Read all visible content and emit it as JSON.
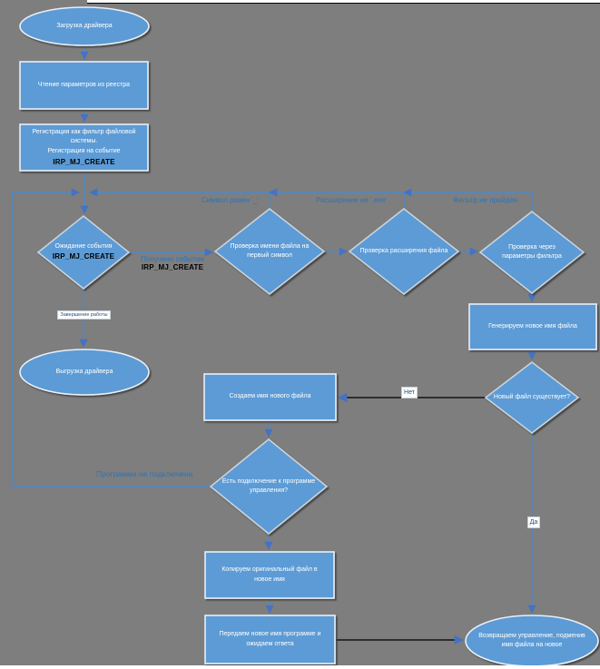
{
  "colors": {
    "canvas_bg": "#7e7e7e",
    "node_fill": "#5b9bd5",
    "node_stroke": "#e9eff7",
    "diamond_stroke": "#ccd3da",
    "connector_blue": "#4f87c7",
    "connector_black": "#141414",
    "arrowhead": "#4472c4",
    "edge_label_blue": "#2e74b5",
    "boxed_label_text": "#1f4e79"
  },
  "nodes": {
    "start": {
      "label": "Загрузка драйвера"
    },
    "read_registry": {
      "label": "Чтение параметров из реестра"
    },
    "register_filter": {
      "line1": "Регистрация как фильтр файловой системы.",
      "line2": "Регистрация на событие",
      "line3": "IRP_MJ_CREATE"
    },
    "wait_event": {
      "line1": "Ожидание события",
      "line2": "IRP_MJ_CREATE"
    },
    "check_first_char": {
      "label": "Проверка имени файла на первый символ"
    },
    "check_extension": {
      "label": "Проверка расширения файла"
    },
    "check_filter_params": {
      "label": "Проверка через параметры фильтра"
    },
    "generate_name": {
      "label": "Генерируем новое имя файла"
    },
    "new_file_exists": {
      "label": "Новый файл существует?"
    },
    "unload_driver": {
      "label": "Выгрузка драйвера"
    },
    "create_name": {
      "label": "Создаем имя нового файла"
    },
    "check_connection": {
      "label": "Есть подключение к программе управления?"
    },
    "copy_file": {
      "label": "Копируем оригинальный файл в новое имя"
    },
    "send_name": {
      "label": "Передаем новое имя программе и ожидаем ответа"
    },
    "return_control": {
      "label": "Возвращаем управление, подменив имя файла на новое"
    }
  },
  "edge_labels": {
    "symbol_equals": "Символ равен '_'",
    "extension_not_exe": "Расширение не '.exe'",
    "filter_not_passed": "Фильтр не пройден",
    "event_received": "Получено событие",
    "event_received_irp": "IRP_MJ_CREATE",
    "shutdown": "Завершение работы",
    "program_not_connected": "Программа не подключена",
    "no": "Нет",
    "yes": "Да"
  }
}
